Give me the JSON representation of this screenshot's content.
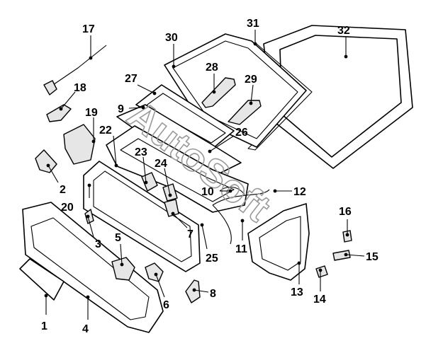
{
  "watermark": {
    "text": "AutoSoft"
  },
  "colors": {
    "line": "#000000",
    "background": "#ffffff",
    "watermark": "#9a9a9a"
  },
  "callouts": [
    {
      "id": "1",
      "text": "1"
    },
    {
      "id": "2",
      "text": "2"
    },
    {
      "id": "3",
      "text": "3"
    },
    {
      "id": "4",
      "text": "4"
    },
    {
      "id": "5",
      "text": "5"
    },
    {
      "id": "6",
      "text": "6"
    },
    {
      "id": "7",
      "text": "7"
    },
    {
      "id": "8",
      "text": "8"
    },
    {
      "id": "9",
      "text": "9"
    },
    {
      "id": "10",
      "text": "10"
    },
    {
      "id": "11",
      "text": "11"
    },
    {
      "id": "12",
      "text": "12"
    },
    {
      "id": "13",
      "text": "13"
    },
    {
      "id": "14",
      "text": "14"
    },
    {
      "id": "15",
      "text": "15"
    },
    {
      "id": "16",
      "text": "16"
    },
    {
      "id": "17",
      "text": "17"
    },
    {
      "id": "18",
      "text": "18"
    },
    {
      "id": "19",
      "text": "19"
    },
    {
      "id": "20",
      "text": "20"
    },
    {
      "id": "22",
      "text": "22"
    },
    {
      "id": "23",
      "text": "23"
    },
    {
      "id": "24",
      "text": "24"
    },
    {
      "id": "25",
      "text": "25"
    },
    {
      "id": "26",
      "text": "26"
    },
    {
      "id": "27",
      "text": "27"
    },
    {
      "id": "28",
      "text": "28"
    },
    {
      "id": "29",
      "text": "29"
    },
    {
      "id": "30",
      "text": "30"
    },
    {
      "id": "31",
      "text": "31"
    },
    {
      "id": "32",
      "text": "32"
    }
  ]
}
